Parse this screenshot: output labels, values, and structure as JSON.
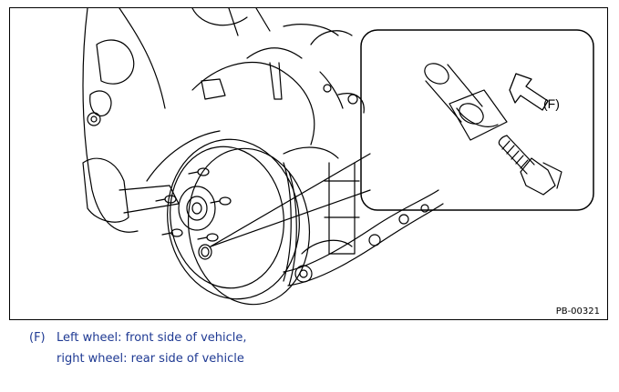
{
  "figure": {
    "callout_label": "(F)",
    "figure_code": "PB-00321"
  },
  "caption": {
    "key": "(F)",
    "text": "Left wheel: front side of vehicle, right wheel: rear side of vehicle"
  },
  "colors": {
    "caption_text": "#1f3a93",
    "line_art": "#000000"
  }
}
